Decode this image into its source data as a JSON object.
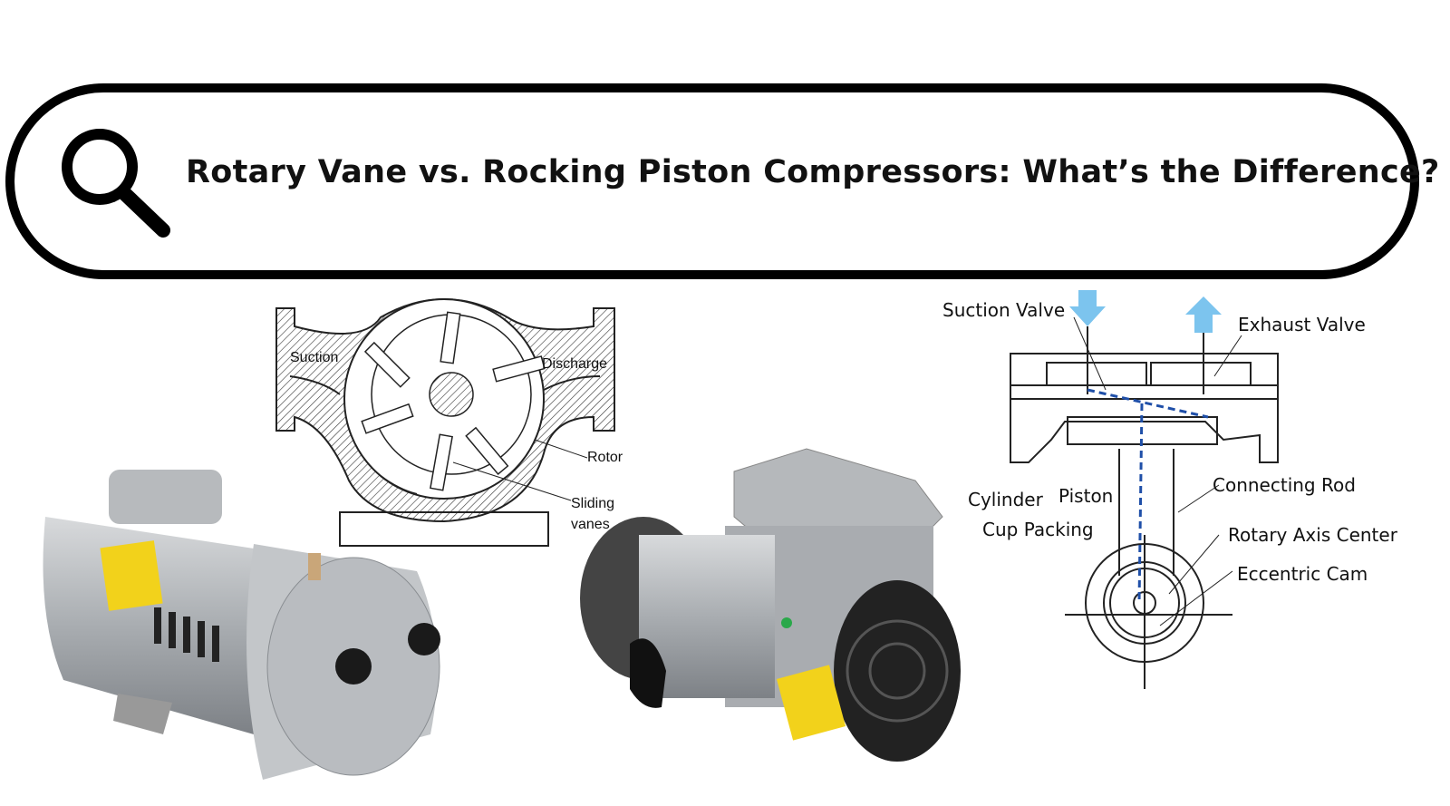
{
  "search": {
    "title": "Rotary Vane vs. Rocking Piston Compressors: What’s the Difference?",
    "icon": "search-icon"
  },
  "rotary_diagram": {
    "labels": {
      "suction": "Suction",
      "discharge": "Discharge",
      "rotor": "Rotor",
      "sliding": "Sliding",
      "vanes": "vanes"
    }
  },
  "piston_diagram": {
    "labels": {
      "suction_valve": "Suction Valve",
      "exhaust_valve": "Exhaust Valve",
      "cylinder": "Cylinder",
      "piston": "Piston",
      "cup_packing": "Cup Packing",
      "connecting_rod": "Connecting Rod",
      "rotary_axis_center": "Rotary Axis Center",
      "eccentric_cam": "Eccentric Cam"
    },
    "colors": {
      "arrow": "#7cc4ee",
      "path": "#1f4fa8"
    }
  }
}
